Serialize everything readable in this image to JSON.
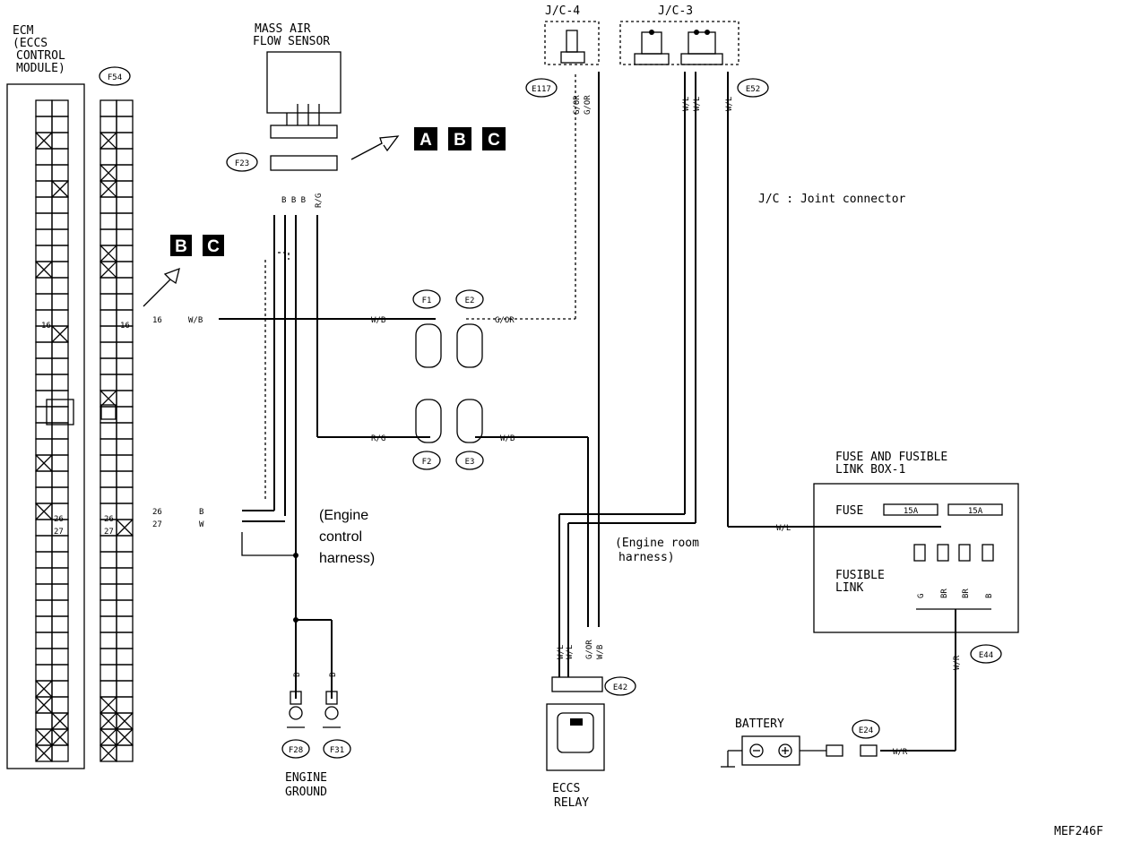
{
  "ecm": {
    "title_1": "ECM",
    "title_2": "(ECCS",
    "title_3": "CONTROL",
    "title_4": "MODULE)",
    "conn": "F54",
    "pin16": "16",
    "pin26": "26",
    "pin27": "27"
  },
  "maf": {
    "title_1": "MASS AIR",
    "title_2": "FLOW SENSOR",
    "conn": "F23",
    "wires": "B B B",
    "wire_rg": "R/G"
  },
  "callouts": {
    "a": "A",
    "b": "B",
    "c": "C"
  },
  "jc4": {
    "title": "J/C-4",
    "conn": "E117",
    "wire1": "G/OR",
    "wire2": "G/OR"
  },
  "jc3": {
    "title": "J/C-3",
    "conn": "E52",
    "wire1": "W/L",
    "wire2": "W/L",
    "wire3": "W/L"
  },
  "legend": "J/C : Joint connector",
  "wires": {
    "w16_pin": "16",
    "w16": "W/B",
    "wb_mid": "W/B",
    "gor": "G/OR",
    "rg": "R/G",
    "wb2": "W/B",
    "p26": "26",
    "p27": "27",
    "c26": "B",
    "c27": "W",
    "gnd1": "B",
    "gnd2": "B",
    "wl": "W/L",
    "wr": "W/R",
    "wr2": "W/R"
  },
  "connectors": {
    "f1": "F1",
    "e2": "E2",
    "f2": "F2",
    "e3": "E3",
    "f28": "F28",
    "f31": "F31",
    "e42": "E42",
    "e44": "E44",
    "e24": "E24"
  },
  "harness": {
    "engine_1": "(Engine",
    "engine_2": "control",
    "engine_3": "harness)",
    "room_1": "(Engine room",
    "room_2": "harness)"
  },
  "ground": {
    "l1": "ENGINE",
    "l2": "GROUND"
  },
  "relay": {
    "l1": "ECCS",
    "l2": "RELAY",
    "w1": "W/L",
    "w2": "W/L",
    "w3": "G/OR",
    "w4": "W/B"
  },
  "fuse_box": {
    "t1": "FUSE AND FUSIBLE",
    "t2": "LINK BOX-1",
    "fuse": "FUSE",
    "fa": "15A",
    "fb": "15A",
    "fl1": "FUSIBLE",
    "fl2": "LINK",
    "c1": "G",
    "c2": "BR",
    "c3": "BR",
    "c4": "B"
  },
  "battery": "BATTERY",
  "code": "MEF246F"
}
